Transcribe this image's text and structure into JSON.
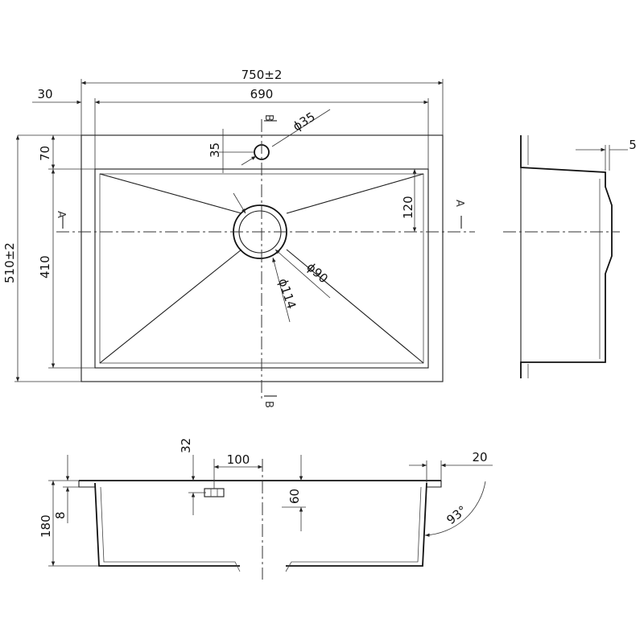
{
  "drawing": {
    "overall_width": "750±2",
    "inner_width": "690",
    "flange_left": "30",
    "tap_hole_diameter": "ϕ35",
    "tap_hole_offset": "35",
    "top_offset": "70",
    "overall_depth": "510±2",
    "inner_depth": "410",
    "drain_offset": "120",
    "drain_inner": "ϕ90",
    "drain_outer": "ϕ114",
    "section_a": "A",
    "section_b": "B",
    "side_flange": "5",
    "bowl_height": "180",
    "rim_thickness": "8",
    "overflow_height": "32",
    "overflow_offset": "100",
    "drain_height": "60",
    "rim_width": "20",
    "wall_angle": "93°"
  }
}
